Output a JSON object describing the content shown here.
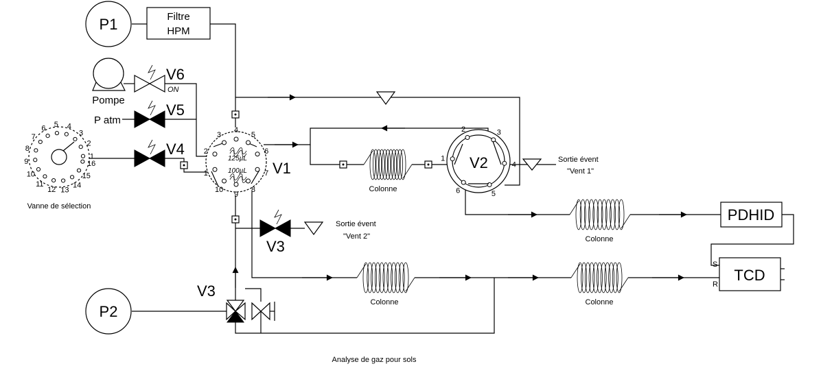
{
  "components": {
    "p1": "P1",
    "p2": "P2",
    "filter": [
      "Filtre",
      "HPM"
    ],
    "pump": "Pompe",
    "patm": "P atm",
    "v6": "V6",
    "v6_state": "ON",
    "v5": "V5",
    "v4": "V4",
    "v1": "V1",
    "v2": "V2",
    "v3_top": "V3",
    "v3_bottom": "V3",
    "pdhid": "PDHID",
    "tcd": "TCD",
    "tcd_s": "S",
    "tcd_r": "R"
  },
  "selection_valve": {
    "label": "Vanne de sélection",
    "ports": [
      "1",
      "2",
      "3",
      "4",
      "5",
      "6",
      "7",
      "8",
      "9",
      "10",
      "11",
      "12",
      "13",
      "14",
      "15",
      "16"
    ]
  },
  "v1_valve": {
    "ports": [
      "1",
      "2",
      "3",
      "4",
      "5",
      "6",
      "7",
      "8",
      "9",
      "10"
    ],
    "loop_top": "125µL",
    "loop_bottom": "100µL"
  },
  "v2_valve": {
    "ports": [
      "1",
      "2",
      "3",
      "4",
      "5",
      "6"
    ]
  },
  "columns": {
    "col1": "Colonne",
    "col2": "Colonne",
    "col3": "Colonne",
    "col4": "Colonne"
  },
  "vents": {
    "vent1_line1": "Sortie évent",
    "vent1_line2": "\"Vent 1\"",
    "vent2_line1": "Sortie évent",
    "vent2_line2": "\"Vent 2\""
  },
  "caption": "Analyse de gaz pour sols"
}
